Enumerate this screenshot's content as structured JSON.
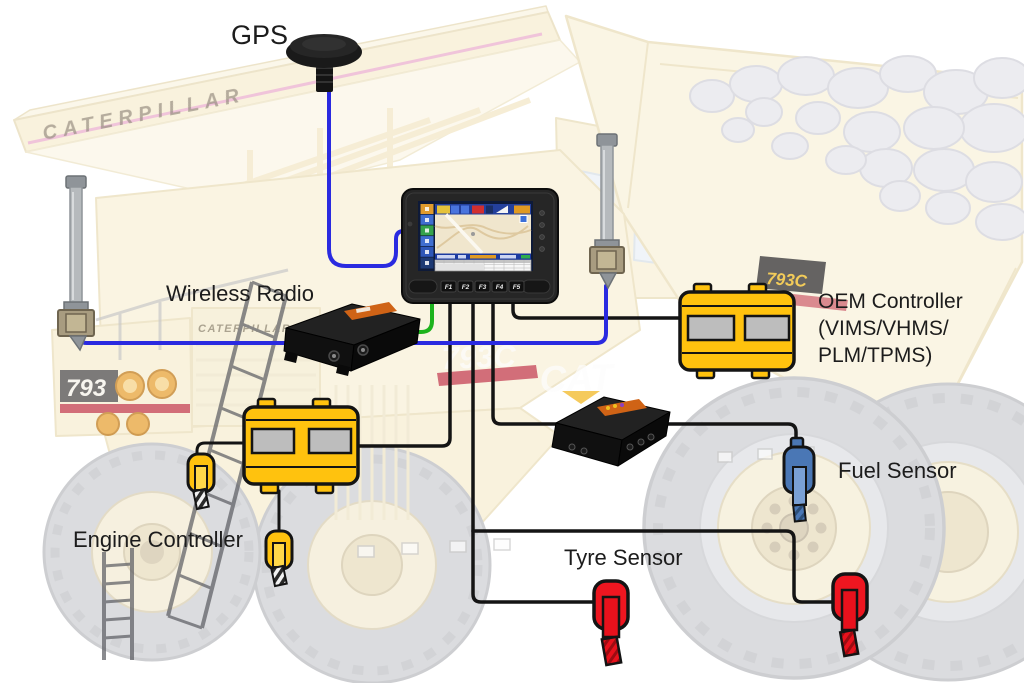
{
  "diagram": {
    "labels": {
      "gps": "GPS",
      "wireless_radio": "Wireless Radio",
      "oem_controller": [
        "OEM Controller",
        "(VIMS/VHMS/",
        "PLM/TPMS)"
      ],
      "engine_controller": "Engine Controller",
      "fuel_sensor": "Fuel Sensor",
      "tyre_sensor": "Tyre Sensor"
    },
    "truck_markings": {
      "canopy_brand": "CATERPILLAR",
      "grille_brand": "CATERPILLAR",
      "front_model": "793",
      "side_model": "793C",
      "side_logo": "CAT",
      "bed_model": "793C"
    },
    "display": {
      "f_keys": [
        "F1",
        "F2",
        "F3",
        "F4",
        "F5"
      ]
    },
    "wire_colors": {
      "antenna_blue": "#2a2ae0",
      "radio_green": "#1db31d",
      "data_black": "#141414"
    },
    "component_colors": {
      "controller_yellow": "#ffc20e",
      "tyre_sensor_red": "#ee1620",
      "fuel_sensor_blue": "#4a77b5"
    }
  }
}
